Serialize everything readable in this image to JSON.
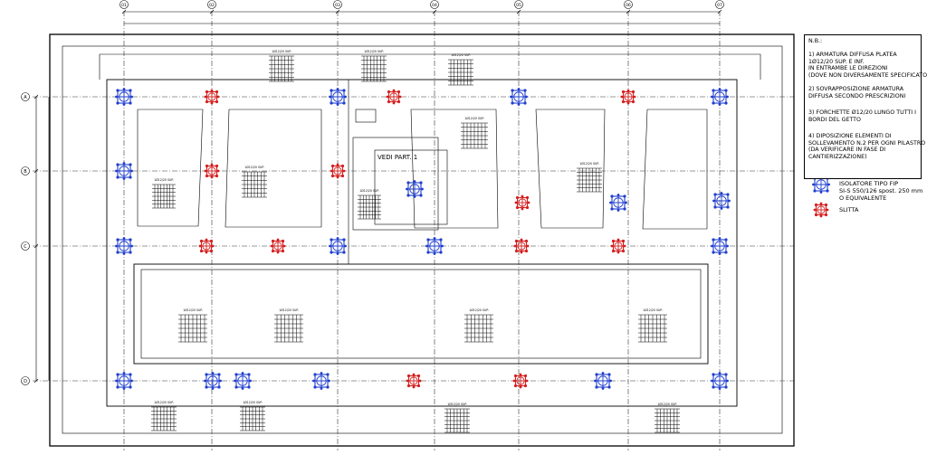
{
  "grid": {
    "columns": [
      "01",
      "02",
      "03",
      "04",
      "05",
      "06",
      "07"
    ],
    "rows": [
      "A",
      "B",
      "C",
      "D"
    ]
  },
  "notes": {
    "header": "N.B.:",
    "items": [
      "1) ARMATURA DIFFUSA PLATEA\n1Ø12/20 SUP. E INF.\nIN ENTRAMBE LE DIREZIONI\n(DOVE NON DIVERSAMENTE SPECIFICATO)",
      "2) SOVRAPPOSIZIONE ARMATURA\nDIFFUSA SECONDO PRESCRIZIONI",
      "3) FORCHETTE Ø12/20 LUNGO TUTTI I\nBORDI DEL GETTO",
      "4) DIPOSIZIONE ELEMENTI DI\nSOLLEVAMENTO N.2 PER OGNI PILASTRO\n(DA VERIFICARE IN FASE DI\nCANTIERIZZAZIONE)"
    ]
  },
  "legend": {
    "isolator": "ISOLATORE TIPO FIP\nSI-S 550/126 spost. 250 mm\nO EQUIVALENTE",
    "slider": "SLITTA",
    "colors": {
      "isolator": "#1f3ecf",
      "slider": "#d41f1f"
    }
  },
  "detail_callout": "VEDI PART. 1",
  "rebar_label": "1Ø12/20 SUP."
}
